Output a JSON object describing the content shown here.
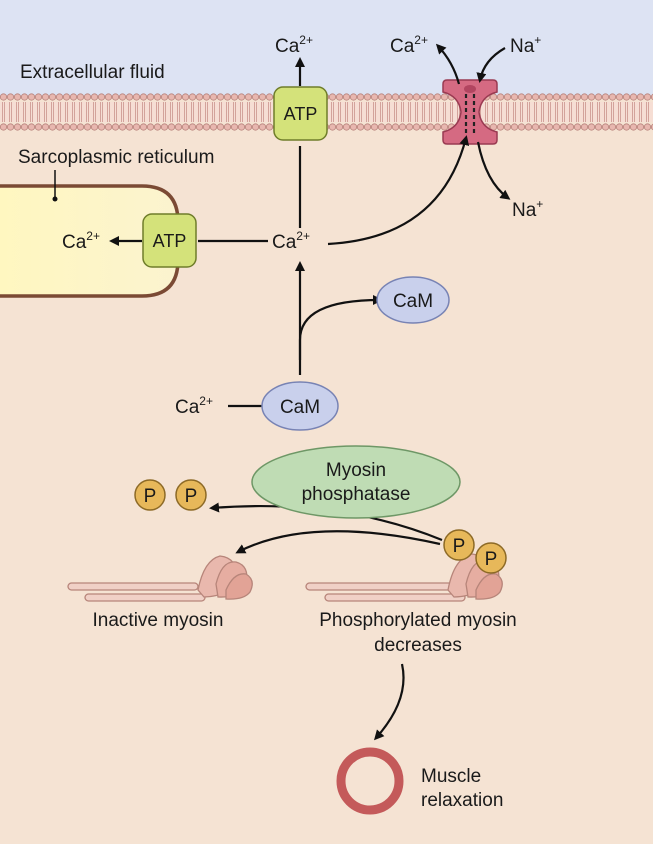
{
  "labels": {
    "extracellular": "Extracellular fluid",
    "sr": "Sarcoplasmic reticulum",
    "ca_base": "Ca",
    "ca_charge": "2+",
    "na_base": "Na",
    "na_charge": "+",
    "atp": "ATP",
    "cam": "CaM",
    "phosphatase_line1": "Myosin",
    "phosphatase_line2": "phosphatase",
    "p": "P",
    "inactive_myosin": "Inactive myosin",
    "phospho_line1": "Phosphorylated myosin",
    "phospho_line2": "decreases",
    "relax_line1": "Muscle",
    "relax_line2": "relaxation"
  },
  "colors": {
    "extracellular_bg": "#dde3f3",
    "cytoplasm_bg": "#f5e3d3",
    "membrane_head": "#eab8b0",
    "atp_fill": "#d4e27a",
    "cam_fill": "#c9d0ec",
    "phosphatase_fill": "#bfdcb4",
    "phosphate_fill": "#e7b85a",
    "myosin_fill": "#e9b8ad",
    "exchanger_fill": "#d56a82",
    "sr_fill": "#fbf0b0",
    "relaxation_ring": "#c45a5a"
  }
}
